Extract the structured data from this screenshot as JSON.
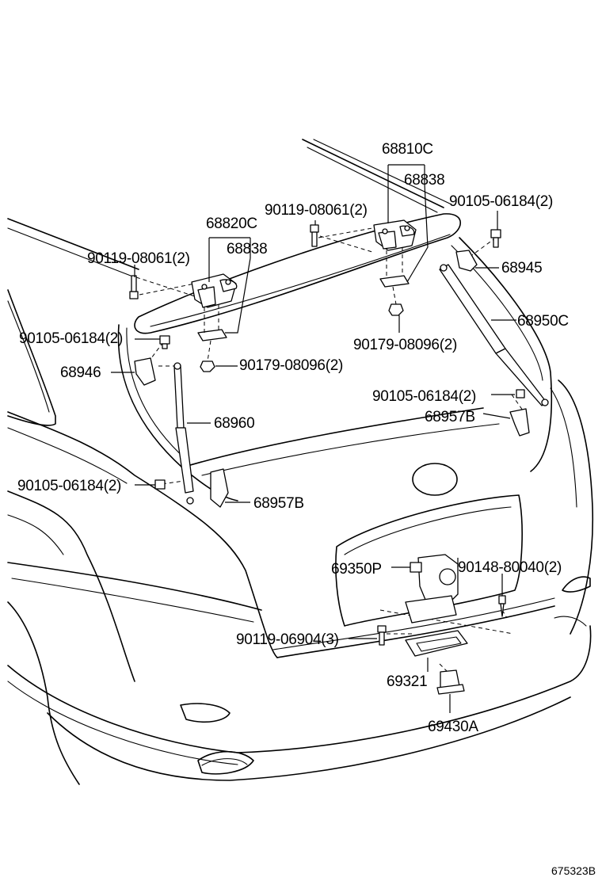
{
  "diagram": {
    "labels": {
      "p68810C": "68810C",
      "p68838_r": "68838",
      "p90105_tr": "90105-06184(2)",
      "p90119_c": "90119-08061(2)",
      "p68820C": "68820C",
      "p68838_l": "68838",
      "p68945": "68945",
      "p90119_l": "90119-08061(2)",
      "p68950C": "68950C",
      "p90105_l": "90105-06184(2)",
      "p90179_r": "90179-08096(2)",
      "p90179_c": "90179-08096(2)",
      "p68946": "68946",
      "p90105_r": "90105-06184(2)",
      "p68957B_r": "68957B",
      "p68960": "68960",
      "p90105_bl": "90105-06184(2)",
      "p68957B_l": "68957B",
      "p69350P": "69350P",
      "p90148": "90148-80040(2)",
      "p90119_b": "90119-06904(3)",
      "p69321": "69321",
      "p69430A": "69430A"
    },
    "reference": "675323B"
  }
}
